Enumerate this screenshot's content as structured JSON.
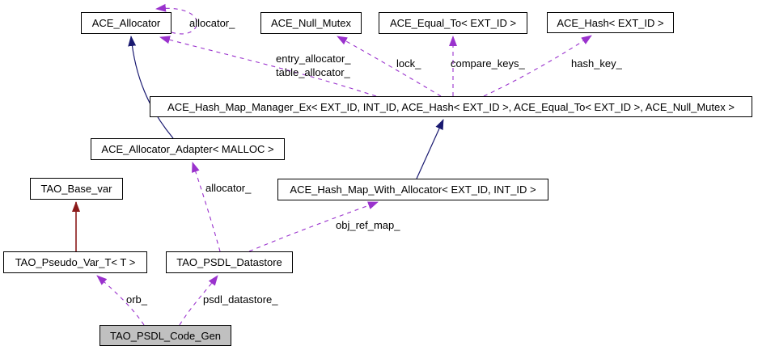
{
  "diagram": {
    "kind": "collaboration-graph",
    "colors": {
      "usage_edge": "#9a32cd",
      "public_inheritance_edge": "#191970",
      "private_inheritance_edge": "#8b1a1a",
      "node_border": "#000000",
      "node_fill": "#ffffff",
      "current_node_fill": "#c0c0c0",
      "background": "#ffffff"
    },
    "nodes": [
      {
        "id": "ace-allocator",
        "label": "ACE_Allocator"
      },
      {
        "id": "ace-null-mutex",
        "label": "ACE_Null_Mutex"
      },
      {
        "id": "ace-equal-to",
        "label": "ACE_Equal_To< EXT_ID >"
      },
      {
        "id": "ace-hash",
        "label": "ACE_Hash< EXT_ID >"
      },
      {
        "id": "ace-hash-map-manager-ex",
        "label": "ACE_Hash_Map_Manager_Ex< EXT_ID, INT_ID, ACE_Hash< EXT_ID >, ACE_Equal_To< EXT_ID >, ACE_Null_Mutex >"
      },
      {
        "id": "ace-allocator-adapter",
        "label": "ACE_Allocator_Adapter< MALLOC >"
      },
      {
        "id": "tao-base-var",
        "label": "TAO_Base_var"
      },
      {
        "id": "ace-hash-map-with-allocator",
        "label": "ACE_Hash_Map_With_Allocator< EXT_ID, INT_ID >"
      },
      {
        "id": "tao-pseudo-var-t",
        "label": "TAO_Pseudo_Var_T< T >"
      },
      {
        "id": "tao-psdl-datastore",
        "label": "TAO_PSDL_Datastore"
      },
      {
        "id": "tao-psdl-code-gen",
        "label": "TAO_PSDL_Code_Gen",
        "current": true
      }
    ],
    "edge_labels": [
      {
        "text": "allocator_"
      },
      {
        "text": "entry_allocator_\ntable_allocator_"
      },
      {
        "text": "lock_"
      },
      {
        "text": "compare_keys_"
      },
      {
        "text": "hash_key_"
      },
      {
        "text": "allocator_"
      },
      {
        "text": "obj_ref_map_"
      },
      {
        "text": "orb_"
      },
      {
        "text": "psdl_datastore_"
      }
    ],
    "edges": [
      {
        "from": "ACE_Allocator",
        "to": "ACE_Allocator",
        "label": "allocator_",
        "style": "dashed-usage"
      },
      {
        "from": "ACE_Hash_Map_Manager_Ex< EXT_ID, INT_ID, ACE_Hash< EXT_ID >, ACE_Equal_To< EXT_ID >, ACE_Null_Mutex >",
        "to": "ACE_Allocator",
        "label": "entry_allocator_ table_allocator_",
        "style": "dashed-usage"
      },
      {
        "from": "ACE_Hash_Map_Manager_Ex< EXT_ID, INT_ID, ACE_Hash< EXT_ID >, ACE_Equal_To< EXT_ID >, ACE_Null_Mutex >",
        "to": "ACE_Null_Mutex",
        "label": "lock_",
        "style": "dashed-usage"
      },
      {
        "from": "ACE_Hash_Map_Manager_Ex< EXT_ID, INT_ID, ACE_Hash< EXT_ID >, ACE_Equal_To< EXT_ID >, ACE_Null_Mutex >",
        "to": "ACE_Equal_To< EXT_ID >",
        "label": "compare_keys_",
        "style": "dashed-usage"
      },
      {
        "from": "ACE_Hash_Map_Manager_Ex< EXT_ID, INT_ID, ACE_Hash< EXT_ID >, ACE_Equal_To< EXT_ID >, ACE_Null_Mutex >",
        "to": "ACE_Hash< EXT_ID >",
        "label": "hash_key_",
        "style": "dashed-usage"
      },
      {
        "from": "ACE_Allocator_Adapter< MALLOC >",
        "to": "ACE_Allocator",
        "label": "",
        "style": "solid-public-inheritance"
      },
      {
        "from": "ACE_Hash_Map_With_Allocator< EXT_ID, INT_ID >",
        "to": "ACE_Hash_Map_Manager_Ex< EXT_ID, INT_ID, ACE_Hash< EXT_ID >, ACE_Equal_To< EXT_ID >, ACE_Null_Mutex >",
        "label": "",
        "style": "solid-public-inheritance"
      },
      {
        "from": "TAO_PSDL_Datastore",
        "to": "ACE_Allocator_Adapter< MALLOC >",
        "label": "allocator_",
        "style": "dashed-usage"
      },
      {
        "from": "TAO_PSDL_Datastore",
        "to": "ACE_Hash_Map_With_Allocator< EXT_ID, INT_ID >",
        "label": "obj_ref_map_",
        "style": "dashed-usage"
      },
      {
        "from": "TAO_Pseudo_Var_T< T >",
        "to": "TAO_Base_var",
        "label": "",
        "style": "solid-private-inheritance"
      },
      {
        "from": "TAO_PSDL_Code_Gen",
        "to": "TAO_Pseudo_Var_T< T >",
        "label": "orb_",
        "style": "dashed-usage"
      },
      {
        "from": "TAO_PSDL_Code_Gen",
        "to": "TAO_PSDL_Datastore",
        "label": "psdl_datastore_",
        "style": "dashed-usage"
      }
    ]
  }
}
